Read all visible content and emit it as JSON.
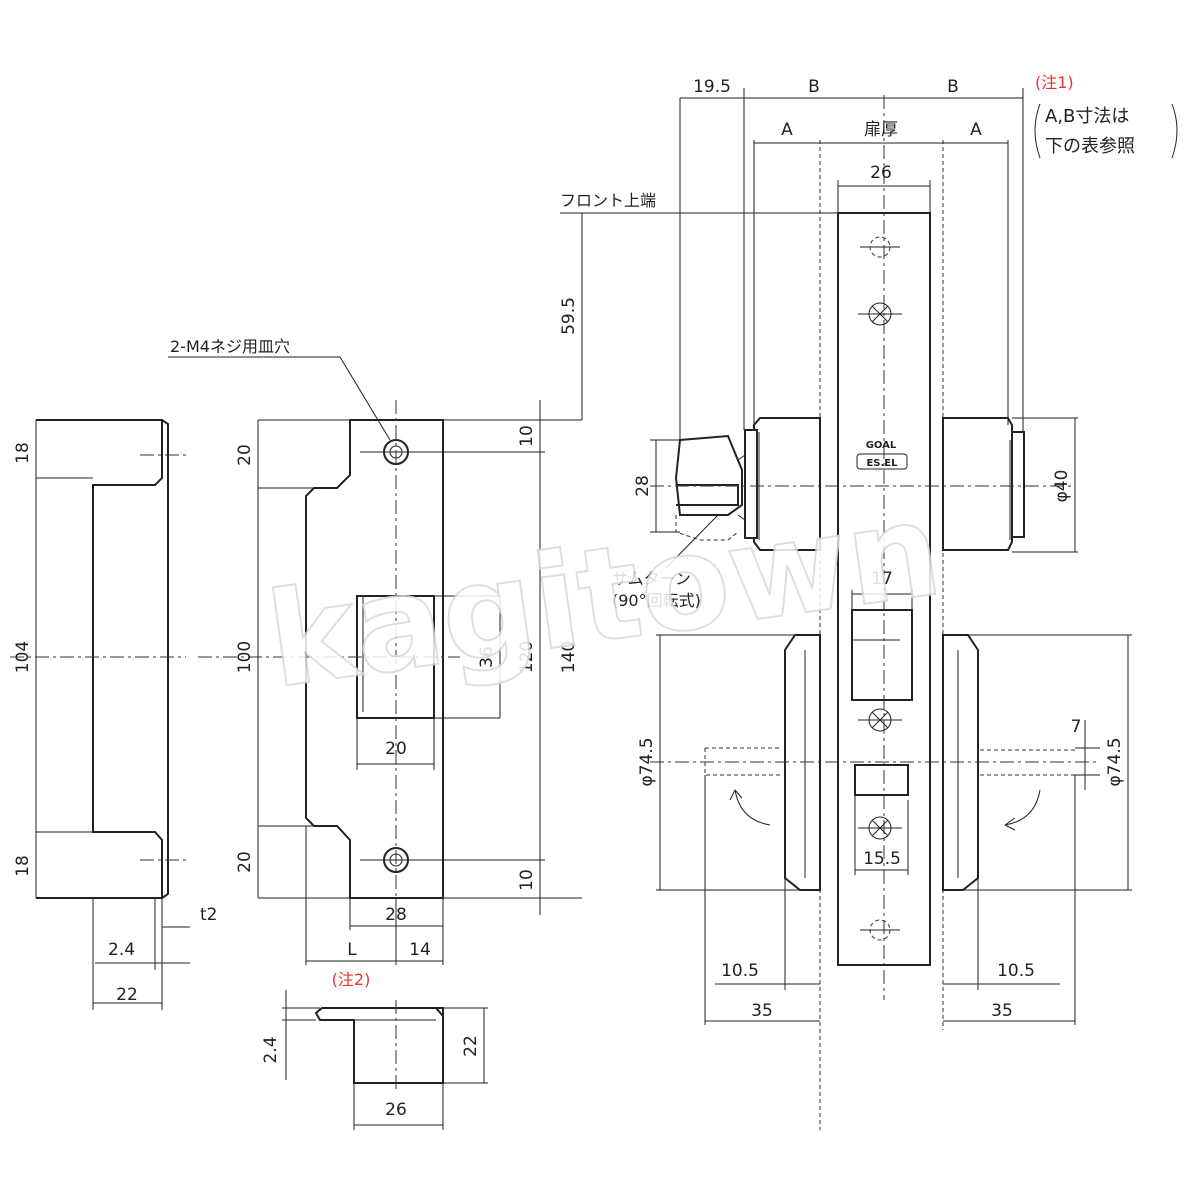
{
  "strike_side": {
    "dims": {
      "top": "18",
      "height": "104",
      "bottom": "18",
      "t": "t2",
      "offset": "2.4",
      "width": "22"
    }
  },
  "strike_front": {
    "screw_note": "2-M4ネジ用皿穴",
    "dims": {
      "top": "20",
      "height": "100",
      "bottom": "20",
      "hole_top": "10",
      "hole_bottom": "10",
      "opening_h": "36",
      "opening_w": "20",
      "plate_h": "120",
      "overall_h": "140",
      "plate_w": "28",
      "l": "L",
      "offset": "14"
    },
    "note2": "(注2)"
  },
  "strike_box": {
    "dims": {
      "thickness": "2.4",
      "depth": "22",
      "width": "26"
    }
  },
  "lock_body": {
    "labels": {
      "front_top": "フロント上端",
      "thumbturn": "サムターン",
      "thumbturn_type": "(90°回転式)",
      "door_thickness": "扉厚",
      "logo_top": "GOAL",
      "logo_bottom": "ES.EL"
    },
    "note1_mark": "(注1)",
    "note1_line1": "A,B寸法は",
    "note1_line2": "下の表参照",
    "dims": {
      "b_offset": "19.5",
      "b_left": "B",
      "b_right": "B",
      "a_left": "A",
      "a_right": "A",
      "front_w": "26",
      "front_top_to_center": "59.5",
      "thumbturn_h": "28",
      "cylinder_dia": "φ40",
      "latch_w": "17",
      "rose_dia_left": "φ74.5",
      "rose_dia_right": "φ74.5",
      "rose_offset": "7",
      "deadbolt_w": "15.5",
      "rose_thk_left": "10.5",
      "rose_thk_right": "10.5",
      "rose_proj_left": "35",
      "rose_proj_right": "35"
    }
  },
  "watermark": "kagitown"
}
